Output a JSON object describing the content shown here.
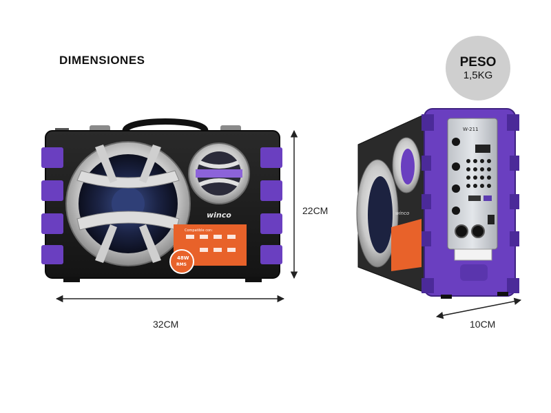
{
  "heading": "DIMENSIONES",
  "weight": {
    "title": "PESO",
    "value": "1,5KG"
  },
  "dimensions": {
    "width": "32CM",
    "height": "22CM",
    "depth": "10CM"
  },
  "product": {
    "brand": "winco",
    "model": "W-211",
    "compat_title": "Compatible con:",
    "power_line1": "48W",
    "power_line2": "RMS"
  },
  "colors": {
    "accent": "#6a3fc0",
    "orange": "#e8622a",
    "body": "#1c1c1c",
    "chrome": "#d9d9d9"
  }
}
